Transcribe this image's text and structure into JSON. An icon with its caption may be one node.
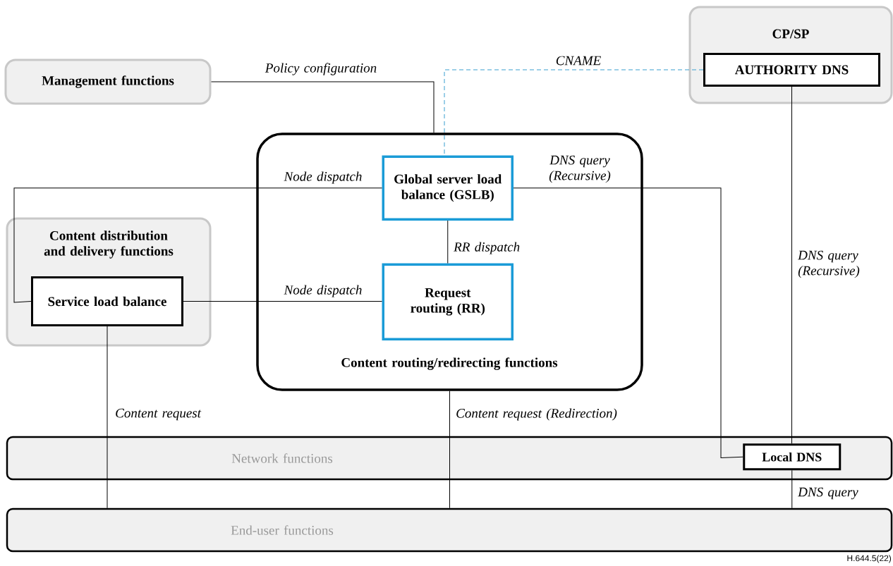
{
  "diagram": {
    "nodes": [
      {
        "text": [
          "Management functions"
        ]
      },
      {
        "text": [
          "CP/SP"
        ]
      },
      {
        "text": [
          "AUTHORITY DNS"
        ],
        "in": 1
      },
      {
        "text": [
          "Content distribution and delivery functions"
        ]
      },
      {
        "text": [
          "Service load balance"
        ],
        "in": 3
      },
      {
        "text": [
          "Content routing/redirecting functions"
        ]
      },
      {
        "text": [
          "Global server load balance (GSLB)"
        ],
        "in": 5
      },
      {
        "text": [
          "Request routing (RR)"
        ],
        "in": 5
      },
      {
        "text": [
          "Network functions"
        ]
      },
      {
        "text": [
          "Local DNS"
        ],
        "in": 8
      },
      {
        "text": [
          "End-user functions"
        ]
      }
    ],
    "edges": [
      {
        "from": 0,
        "to": 5,
        "arrow": "none",
        "label": "Policy configuration"
      },
      {
        "from": 2,
        "to": 6,
        "arrow": "none",
        "label": "CNAME",
        "style": "dashed",
        "color": "#3a9fd0"
      },
      {
        "from": 6,
        "to": 4,
        "arrow": "none",
        "label": "Node dispatch"
      },
      {
        "from": 6,
        "to": 7,
        "arrow": "none",
        "label": "RR dispatch"
      },
      {
        "from": 4,
        "to": 7,
        "arrow": "none",
        "label": "Node dispatch"
      },
      {
        "from": 6,
        "to": 9,
        "arrow": "none",
        "label": "DNS query (Recursive)"
      },
      {
        "from": 2,
        "to": 9,
        "arrow": "none",
        "label": "DNS query (Recursive)"
      },
      {
        "from": 4,
        "to": 10,
        "arrow": "none",
        "label": "Content request"
      },
      {
        "from": 5,
        "to": 10,
        "arrow": "none",
        "label": "Content request (Redirection)"
      },
      {
        "from": 9,
        "to": 10,
        "arrow": "none",
        "label": "DNS query"
      }
    ],
    "labels": [
      "H.644.5(22)"
    ]
  }
}
